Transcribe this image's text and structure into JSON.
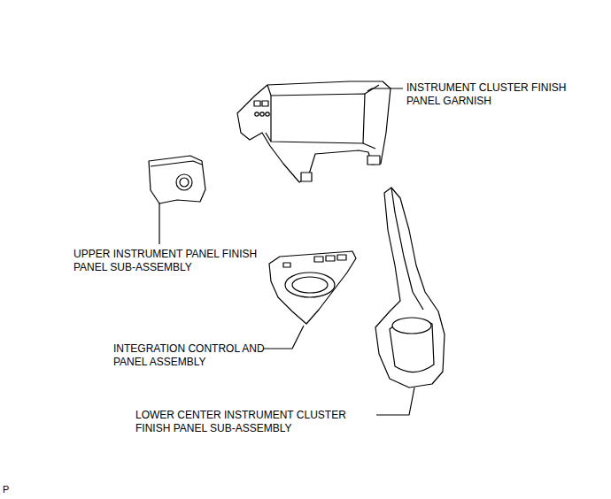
{
  "diagram": {
    "labels": [
      "INSTRUMENT CLUSTER FINISH PANEL GARNISH",
      "UPPER INSTRUMENT PANEL FINISH PANEL SUB-ASSEMBLY",
      "INTEGRATION CONTROL AND PANEL ASSEMBLY",
      "LOWER CENTER INSTRUMENT CLUSTER FINISH PANEL SUB-ASSEMBLY",
      "P"
    ]
  }
}
